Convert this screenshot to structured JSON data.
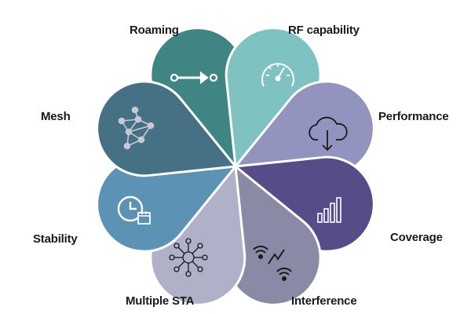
{
  "petals": [
    {
      "label": "Roaming",
      "color": "#3f8584",
      "icon": "arrow-connect-icon"
    },
    {
      "label": "RF capability",
      "color": "#7fc2c2",
      "icon": "speedometer-icon"
    },
    {
      "label": "Performance",
      "color": "#9393bf",
      "icon": "cloud-download-icon"
    },
    {
      "label": "Coverage",
      "color": "#574c87",
      "icon": "signal-bars-icon"
    },
    {
      "label": "Interference",
      "color": "#8b8aa6",
      "icon": "wifi-interference-icon"
    },
    {
      "label": "Multiple STA",
      "color": "#b0b1c8",
      "icon": "multi-station-icon"
    },
    {
      "label": "Stability",
      "color": "#5c93b5",
      "icon": "clock-calendar-icon"
    },
    {
      "label": "Mesh",
      "color": "#467184",
      "icon": "mesh-network-icon"
    }
  ]
}
